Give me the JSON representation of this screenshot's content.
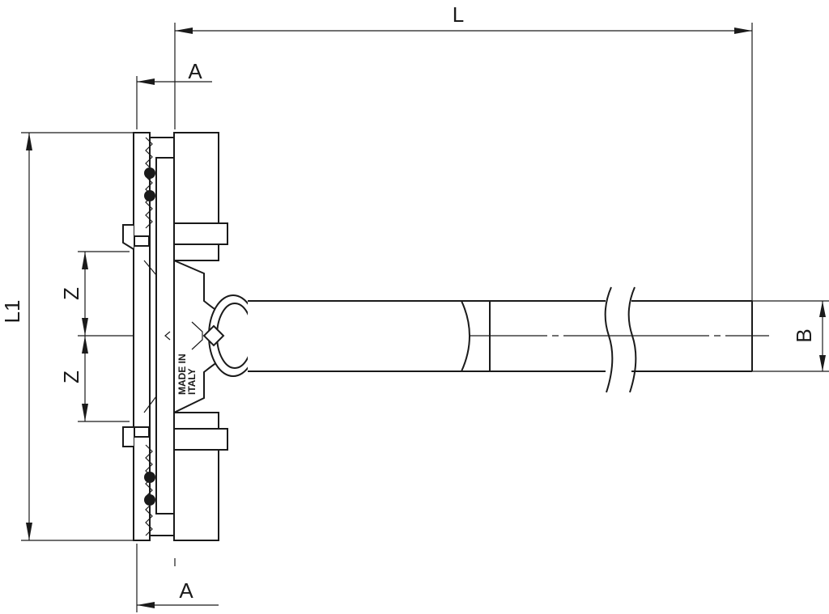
{
  "dimensions": {
    "length": "L",
    "inset_top": "A",
    "inset_bottom": "A",
    "height": "L1",
    "offset_upper": "Z",
    "offset_lower": "Z",
    "pipe_diameter": "B"
  },
  "marking": {
    "line1": "MADE IN",
    "line2": "ITALY"
  },
  "colors": {
    "stroke": "#1a1a1a",
    "background": "#ffffff"
  }
}
